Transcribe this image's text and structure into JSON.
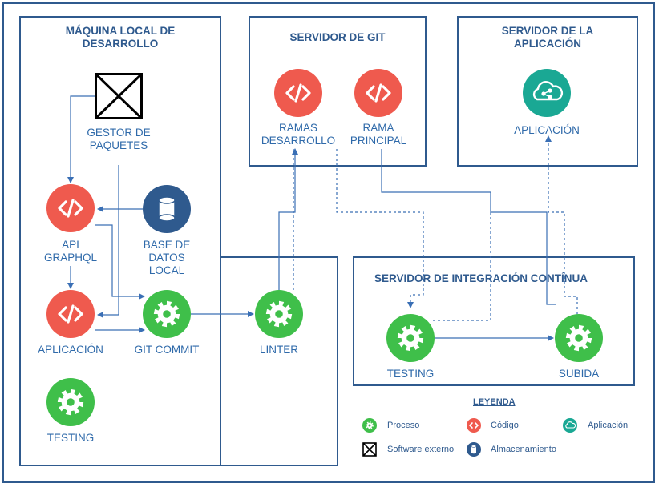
{
  "sections": {
    "local": "MÁQUINA LOCAL DE DESARROLLO",
    "git": "SERVIDOR DE GIT",
    "app": "SERVIDOR DE LA APLICACIÓN",
    "ci": "SERVIDOR DE INTEGRACIÓN CONTÍNUA"
  },
  "nodes": {
    "gestor": "GESTOR DE PAQUETES",
    "api": "API GRAPHQL",
    "db": "BASE DE DATOS LOCAL",
    "app_local": "APLICACIÓN",
    "git_commit": "GIT COMMIT",
    "testing_local": "TESTING",
    "linter": "LINTER",
    "ramas_dev": "RAMAS DESARROLLO",
    "rama_principal": "RAMA PRINCIPAL",
    "app_server": "APLICACIÓN",
    "ci_testing": "TESTING",
    "ci_subida": "SUBIDA"
  },
  "legend": {
    "title": "LEYENDA",
    "proceso": "Proceso",
    "codigo": "Código",
    "aplicacion": "Aplicación",
    "software_externo": "Software externo",
    "almacenamiento": "Almacenamiento"
  },
  "colors": {
    "process": "#3fbf4a",
    "code": "#ef5a4e",
    "app": "#1aa894",
    "storage": "#2f5a8e",
    "border": "#2f5a8e",
    "connector": "#3a6fb5"
  }
}
